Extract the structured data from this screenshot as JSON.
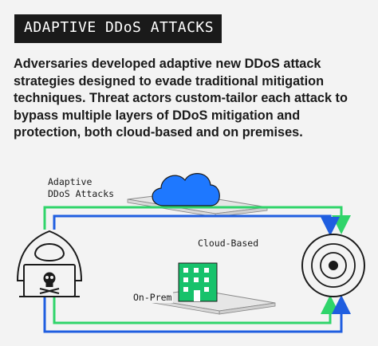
{
  "header": {
    "title": "ADAPTIVE DDoS ATTACKS"
  },
  "description": "Adversaries developed adaptive new DDoS attack strategies designed to evade traditional mitigation techniques. Threat actors custom-tailor each attack to bypass multiple layers of DDoS mitigation and protection, both cloud-based and on premises.",
  "diagram": {
    "attack_label_line1": "Adaptive",
    "attack_label_line2": "DDoS Attacks",
    "cloud_label": "Cloud-Based",
    "onprem_label": "On-Prem",
    "colors": {
      "green_path": "#2fd46a",
      "blue_path": "#1f5ee0",
      "cloud": "#1e78ff",
      "building": "#17c26b",
      "outline": "#1a1a1a",
      "background": "#f3f3f3"
    },
    "icons": [
      "hacker-icon",
      "skull-icon",
      "cloud-icon",
      "building-icon",
      "target-icon"
    ]
  }
}
